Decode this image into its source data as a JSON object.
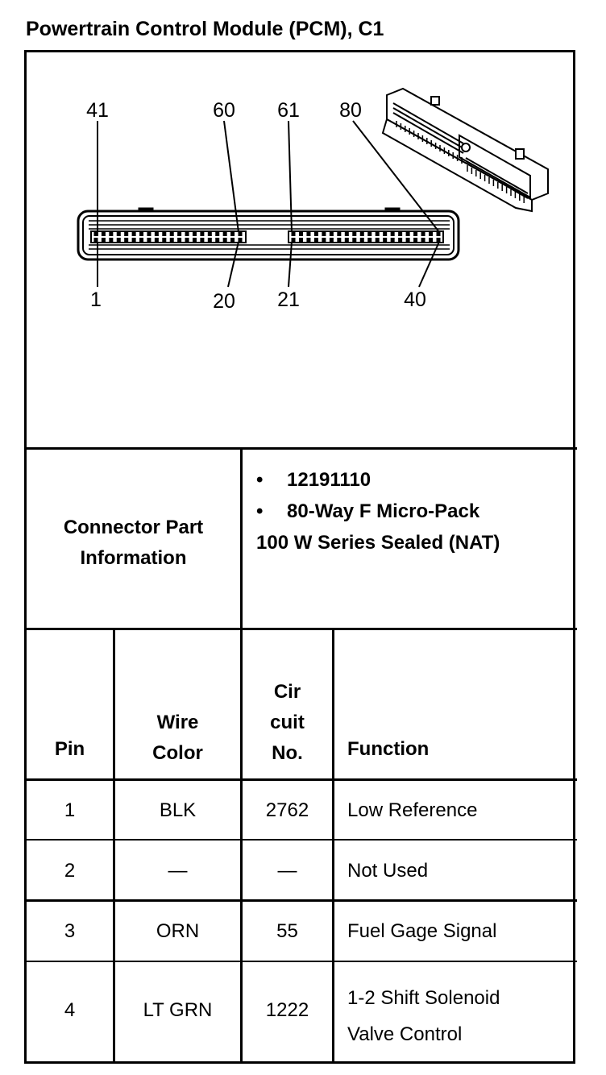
{
  "title": "Powertrain Control Module (PCM), C1",
  "diagram": {
    "top_labels": [
      "41",
      "60",
      "61",
      "80"
    ],
    "bottom_labels": [
      "1",
      "20",
      "21",
      "40"
    ]
  },
  "connector_info": {
    "label_line1": "Connector Part",
    "label_line2": "Information",
    "bullet": "•",
    "part_number": "12191110",
    "type": "80-Way F Micro-Pack",
    "series": "100 W Series Sealed (NAT)"
  },
  "table": {
    "headers": {
      "pin": "Pin",
      "wire_line1": "Wire",
      "wire_line2": "Color",
      "circuit_line1": "Cir",
      "circuit_line2": "cuit",
      "circuit_line3": "No.",
      "function": "Function"
    },
    "rows": [
      {
        "pin": "1",
        "wire": "BLK",
        "circuit": "2762",
        "function": "Low Reference",
        "function2": ""
      },
      {
        "pin": "2",
        "wire": "—",
        "circuit": "—",
        "function": "Not Used",
        "function2": ""
      },
      {
        "pin": "3",
        "wire": "ORN",
        "circuit": "55",
        "function": "Fuel Gage Signal",
        "function2": ""
      },
      {
        "pin": "4",
        "wire": "LT GRN",
        "circuit": "1222",
        "function": "1-2 Shift Solenoid",
        "function2": "Valve Control"
      }
    ]
  }
}
